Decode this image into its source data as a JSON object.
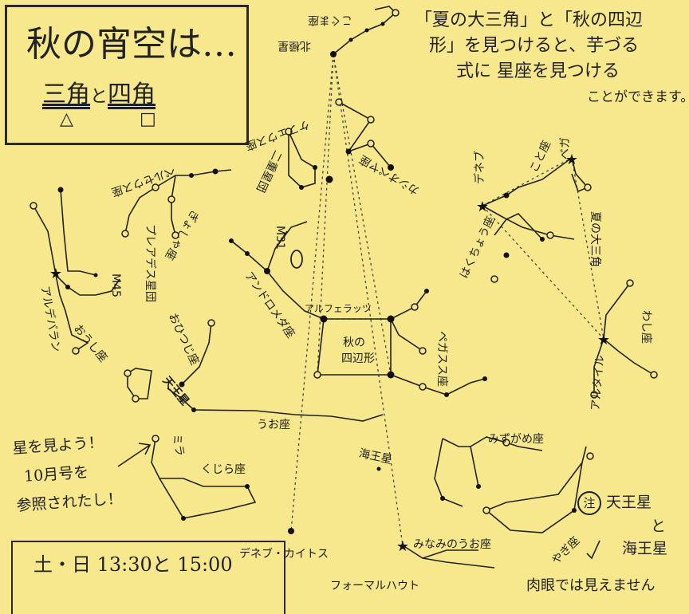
{
  "title_box": {
    "title": "秋の宵空は…",
    "subtitle_triangle": "三角",
    "subtitle_and": "と",
    "subtitle_square": "四角",
    "triangle_symbol": "△",
    "square_symbol": "□"
  },
  "top_note": [
    "「夏の大三角」と「秋の四辺",
    "形」を見つけると、芋づる",
    "式に 星座を見つける",
    "ことができます。"
  ],
  "bottom_left_note": [
    "星を見よう！",
    "10月号を",
    "参照されたし！"
  ],
  "schedule_box": {
    "text": "土・日 13:30と 15:00"
  },
  "footnote": {
    "marker": "注",
    "lines": [
      "天王星",
      "と",
      "海王星",
      "肉眼では見えません"
    ]
  },
  "labels": {
    "north_star": "北極星",
    "ursa_minor": "こぐま座",
    "cassiopeia": "カシオペヤ座",
    "cepheus": "ケフェウス座",
    "perseus": "ペルセウス座",
    "double_cluster": "二重星団",
    "m31": "M31",
    "andromeda": "アンドロメダ座",
    "alpheratz": "アルフェラッツ",
    "pleiades": "プレアデス星団",
    "m45": "M45",
    "aldebaran": "アルデバラン",
    "auriga": "ぎょしゃ座",
    "taurus": "おうし座",
    "aries": "おひつじ座",
    "uranus": "天王星",
    "pisces": "うお座",
    "mira": "ミラ",
    "cetus": "くじら座",
    "deneb_kaitos": "デネブ・カイトス",
    "neptune": "海王星",
    "square_of_pegasus": [
      "秋の",
      "四辺形"
    ],
    "pegasus": "ペガスス座",
    "aquarius": "みずがめ座",
    "piscis_austrinus": "みなみのうお座",
    "fomalhaut": "フォーマルハウト",
    "capricornus": "やぎ座",
    "deneb": "デネブ",
    "cygnus": "はくちょう座",
    "vega": "ベガ",
    "lyra": "こと座",
    "summer_triangle": "夏の大三角",
    "aquila": "わし座",
    "altair": "アルタイル"
  },
  "colors": {
    "background": "#f7e88d",
    "ink": "#1a1a1a",
    "line_dotted": "#333333"
  }
}
